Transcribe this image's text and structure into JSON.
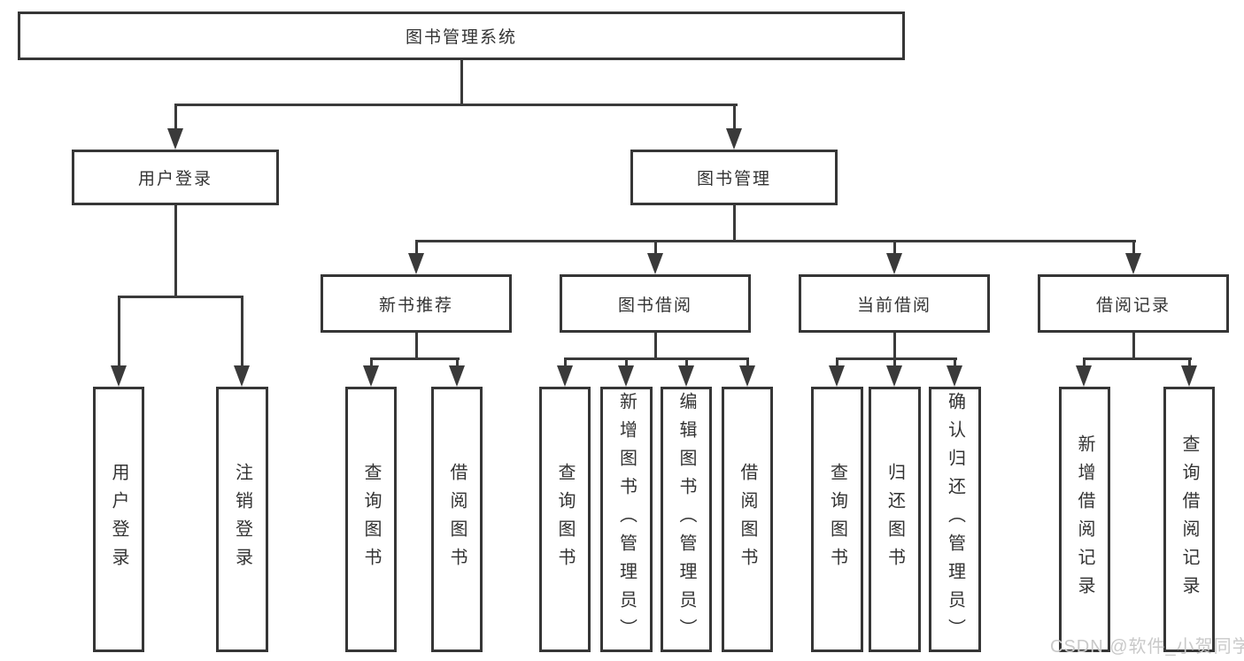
{
  "root": {
    "label": "图书管理系统"
  },
  "level2": [
    {
      "label": "用户登录"
    },
    {
      "label": "图书管理"
    }
  ],
  "level3": [
    {
      "label": "新书推荐"
    },
    {
      "label": "图书借阅"
    },
    {
      "label": "当前借阅"
    },
    {
      "label": "借阅记录"
    }
  ],
  "leaves": {
    "login": [
      {
        "label": "用户登录"
      },
      {
        "label": "注销登录"
      }
    ],
    "recommend": [
      {
        "label": "查询图书"
      },
      {
        "label": "借阅图书"
      }
    ],
    "borrow": [
      {
        "label": "查询图书"
      },
      {
        "label": "新增图书（管理员）"
      },
      {
        "label": "编辑图书（管理员）"
      },
      {
        "label": "借阅图书"
      }
    ],
    "current": [
      {
        "label": "查询图书"
      },
      {
        "label": "归还图书"
      },
      {
        "label": "确认归还（管理员）"
      }
    ],
    "records": [
      {
        "label": "新增借阅记录"
      },
      {
        "label": "查询借阅记录"
      }
    ]
  },
  "watermark": {
    "text": "CSDN @软件_小贺同学"
  },
  "colors": {
    "line": "#3a3a3a",
    "box_border": "#363636",
    "text": "#333333",
    "watermark": "#c9c9c9",
    "background": "#ffffff"
  }
}
